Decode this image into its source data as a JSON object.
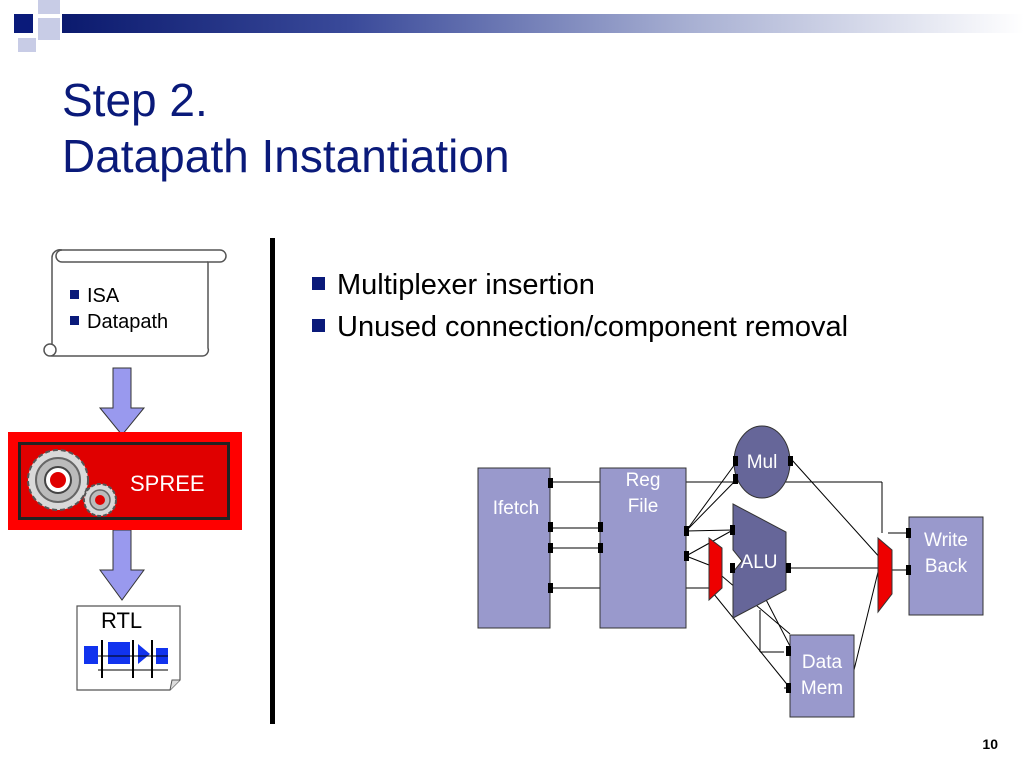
{
  "slide": {
    "title_line1": "Step 2.",
    "title_line2": "Datapath Instantiation",
    "page_number": "10"
  },
  "scroll": {
    "items": [
      "ISA",
      "Datapath"
    ]
  },
  "spree": {
    "label": "SPREE"
  },
  "rtl": {
    "label": "RTL"
  },
  "bullets": [
    "Multiplexer insertion",
    "Unused connection/component removal"
  ],
  "datapath": {
    "ifetch": "Ifetch",
    "regfile_line1": "Reg",
    "regfile_line2": "File",
    "mul": "Mul",
    "alu": "ALU",
    "datamem_line1": "Data",
    "datamem_line2": "Mem",
    "writeback_line1": "Write",
    "writeback_line2": "Back"
  },
  "colors": {
    "title": "#0a1a7a",
    "component_fill": "#9999cc",
    "mul_fill": "#666699",
    "mux_fill": "#ee0000",
    "spree_red": "#ff0000",
    "arrow_fill": "#9999ee"
  }
}
